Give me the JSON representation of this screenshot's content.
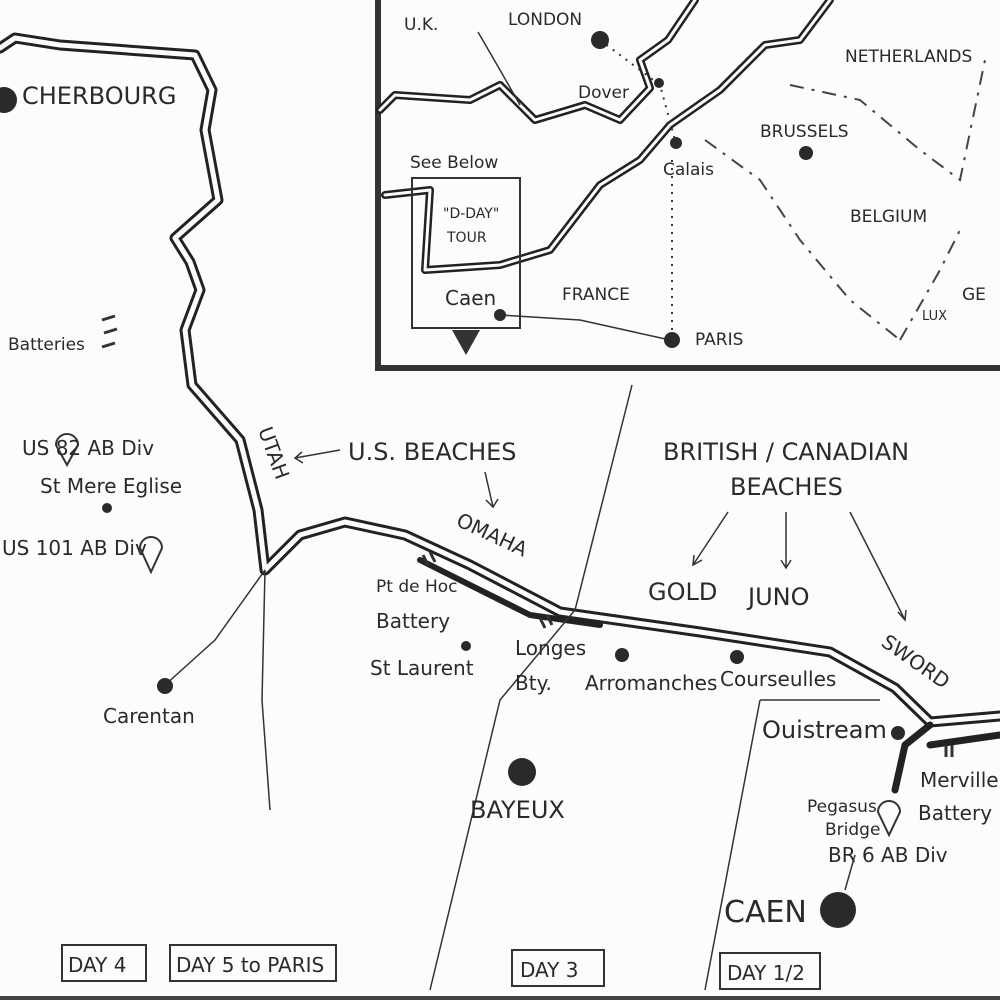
{
  "inset": {
    "countries": {
      "uk": "U.K.",
      "netherlands": "NETHERLANDS",
      "belgium": "BELGIUM",
      "france": "FRANCE",
      "lux": "LUX",
      "germany": "GE"
    },
    "cities": {
      "london": "LONDON",
      "dover": "Dover",
      "calais": "Calais",
      "brussels": "BRUSSELS",
      "paris": "PARIS",
      "caen": "Caen"
    },
    "see_below": "See Below",
    "tour_label_1": "\"D-DAY\"",
    "tour_label_2": "TOUR"
  },
  "main": {
    "cherbourg": "CHERBOURG",
    "batteries": "Batteries",
    "us82": "US 82 AB Div",
    "st_mere": "St Mere Eglise",
    "us101": "US 101 AB Div",
    "carentan": "Carentan",
    "utah": "UTAH",
    "us_beaches": "U.S. BEACHES",
    "omaha": "OMAHA",
    "pt_de_hoc_1": "Pt de Hoc",
    "pt_de_hoc_2": "Battery",
    "st_laurent": "St Laurent",
    "longes_1": "Longes",
    "longes_2": "Bty.",
    "arromanches": "Arromanches",
    "courseulles": "Courseulles",
    "british_1": "BRITISH / CANADIAN",
    "british_2": "BEACHES",
    "gold": "GOLD",
    "juno": "JUNO",
    "sword": "SWORD",
    "ouistream": "Ouistream",
    "merville_1": "Merville",
    "merville_2": "Battery",
    "pegasus_1": "Pegasus",
    "pegasus_2": "Bridge",
    "br6": "BR 6 AB Div",
    "bayeux": "BAYEUX",
    "caen": "CAEN"
  },
  "days": {
    "day4": "DAY 4",
    "day5": "DAY 5 to PARIS",
    "day3": "DAY 3",
    "day12": "DAY 1/2"
  },
  "icons": [
    "parachute-icon",
    "battery-icon",
    "city-dot-icon",
    "arrow-icon"
  ],
  "colors": {
    "ink": "#222222",
    "paper": "#fcfcfa"
  }
}
